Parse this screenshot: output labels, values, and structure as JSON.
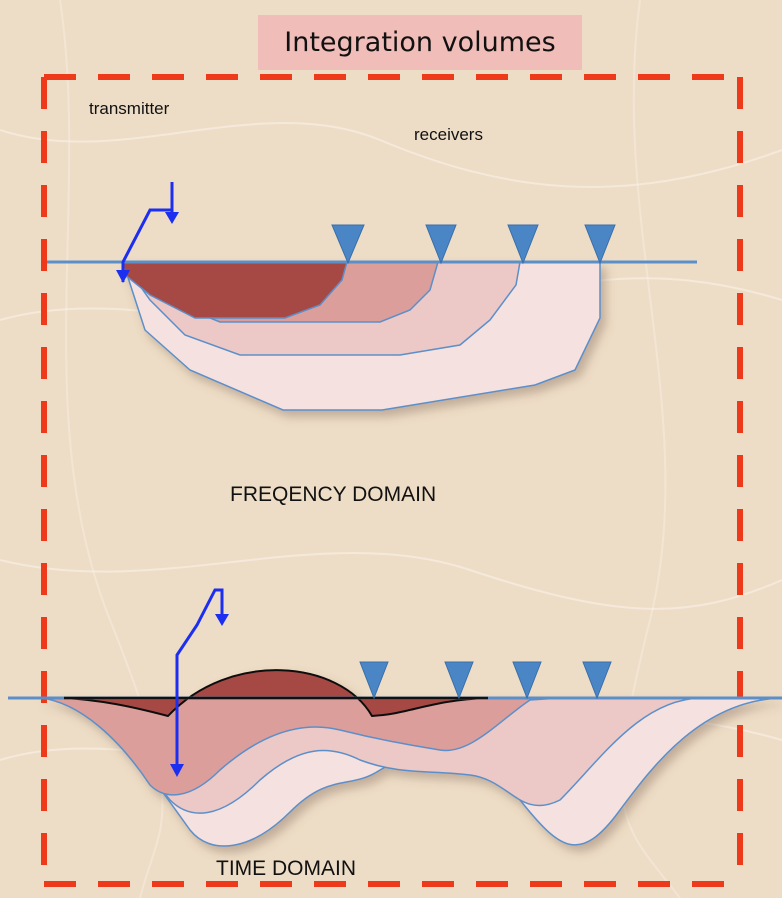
{
  "title": "Integration volumes",
  "labels": {
    "transmitter": "transmitter",
    "receivers": "receivers",
    "frequency_domain": "FREQENCY DOMAIN",
    "time_domain": "TIME DOMAIN"
  },
  "colors": {
    "background": "#eeddc6",
    "title_box": "#f0bdb8",
    "dashed_frame": "#ee3a1a",
    "surface_line": "#5b8fc9",
    "receiver": "#4a86c6",
    "transmitter_arrow": "#1c2ef0",
    "volume_dark": "#a64a44",
    "volume_medium": "#dc9e9b",
    "volume_light": "#ecc8c6",
    "volume_lightest": "#f5e2e0"
  },
  "icons": {
    "transmitter": "loop-arrow",
    "receiver": "inverted-triangle"
  }
}
